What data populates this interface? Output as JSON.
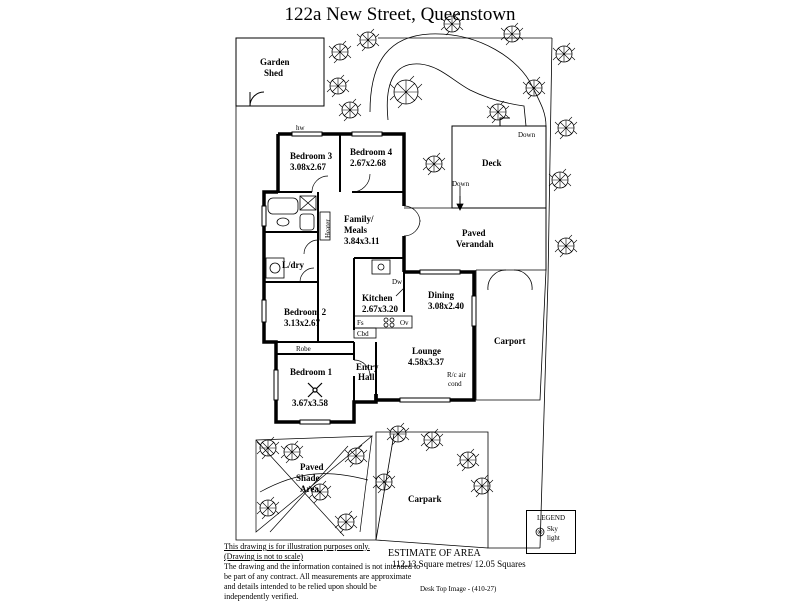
{
  "title": "122a New Street,  Queenstown",
  "rooms": {
    "garden_shed": [
      "Garden",
      "Shed"
    ],
    "deck": "Deck",
    "down_1": "Down",
    "down_2": "Down",
    "bedroom3": [
      "Bedroom 3",
      "3.08x2.67"
    ],
    "bedroom4": [
      "Bedroom 4",
      "2.67x2.68"
    ],
    "hw": "hw",
    "family": [
      "Family/",
      "Meals",
      "3.84x3.11"
    ],
    "heater": "Heater",
    "paved_verandah": [
      "Paved",
      "Verandah"
    ],
    "ldry": "L/dry",
    "dw": "Dw",
    "bedroom2": [
      "Bedroom 2",
      "3.13x2.67"
    ],
    "kitchen": [
      "Kitchen",
      "2.67x3.20"
    ],
    "dining": [
      "Dining",
      "3.08x2.40"
    ],
    "fs": "Fs",
    "ov": "Ov",
    "cbd": "Cbd",
    "robe": "Robe",
    "carport": "Carport",
    "bedroom1": [
      "Bedroom 1",
      "3.67x3.58"
    ],
    "entry": [
      "Entry",
      "Hall"
    ],
    "lounge": [
      "Lounge",
      "4.58x3.37"
    ],
    "rc_air": [
      "R/c air",
      "cond"
    ],
    "paved_shade": [
      "Paved",
      "Shade",
      "Area"
    ],
    "carpark": "Carpark"
  },
  "legend": {
    "title": "LEGEND",
    "item": [
      "Sky",
      "light"
    ]
  },
  "disclaimer": {
    "line1": "This drawing is for illustration purposes only.",
    "line2": "(Drawing is not to scale)",
    "body": "The drawing and the information contained is not intended to be part of any contract.  All measurements are approximate and details intended to be relied upon should be independently verified."
  },
  "estimate": {
    "title": "ESTIMATE OF AREA",
    "value": "112.13 Square metres/  12.05 Squares"
  },
  "image_ref": "Desk Top Image - (410-27)"
}
